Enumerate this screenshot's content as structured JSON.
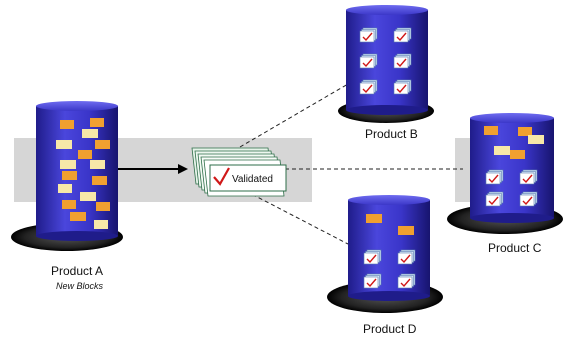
{
  "diagram": {
    "products": [
      {
        "id": "a",
        "label": "Product A",
        "sublabel": "New Blocks"
      },
      {
        "id": "b",
        "label": "Product B"
      },
      {
        "id": "c",
        "label": "Product C"
      },
      {
        "id": "d",
        "label": "Product D"
      }
    ],
    "validated_label": "Validated",
    "colors": {
      "cylinder_blue": "#3a35c9",
      "cylinder_dark": "#1f1c8a",
      "block_orange": "#f0a030",
      "block_yellow": "#f7e8a8",
      "check_red": "#d01818",
      "band_gray": "#d6d6d6"
    }
  }
}
